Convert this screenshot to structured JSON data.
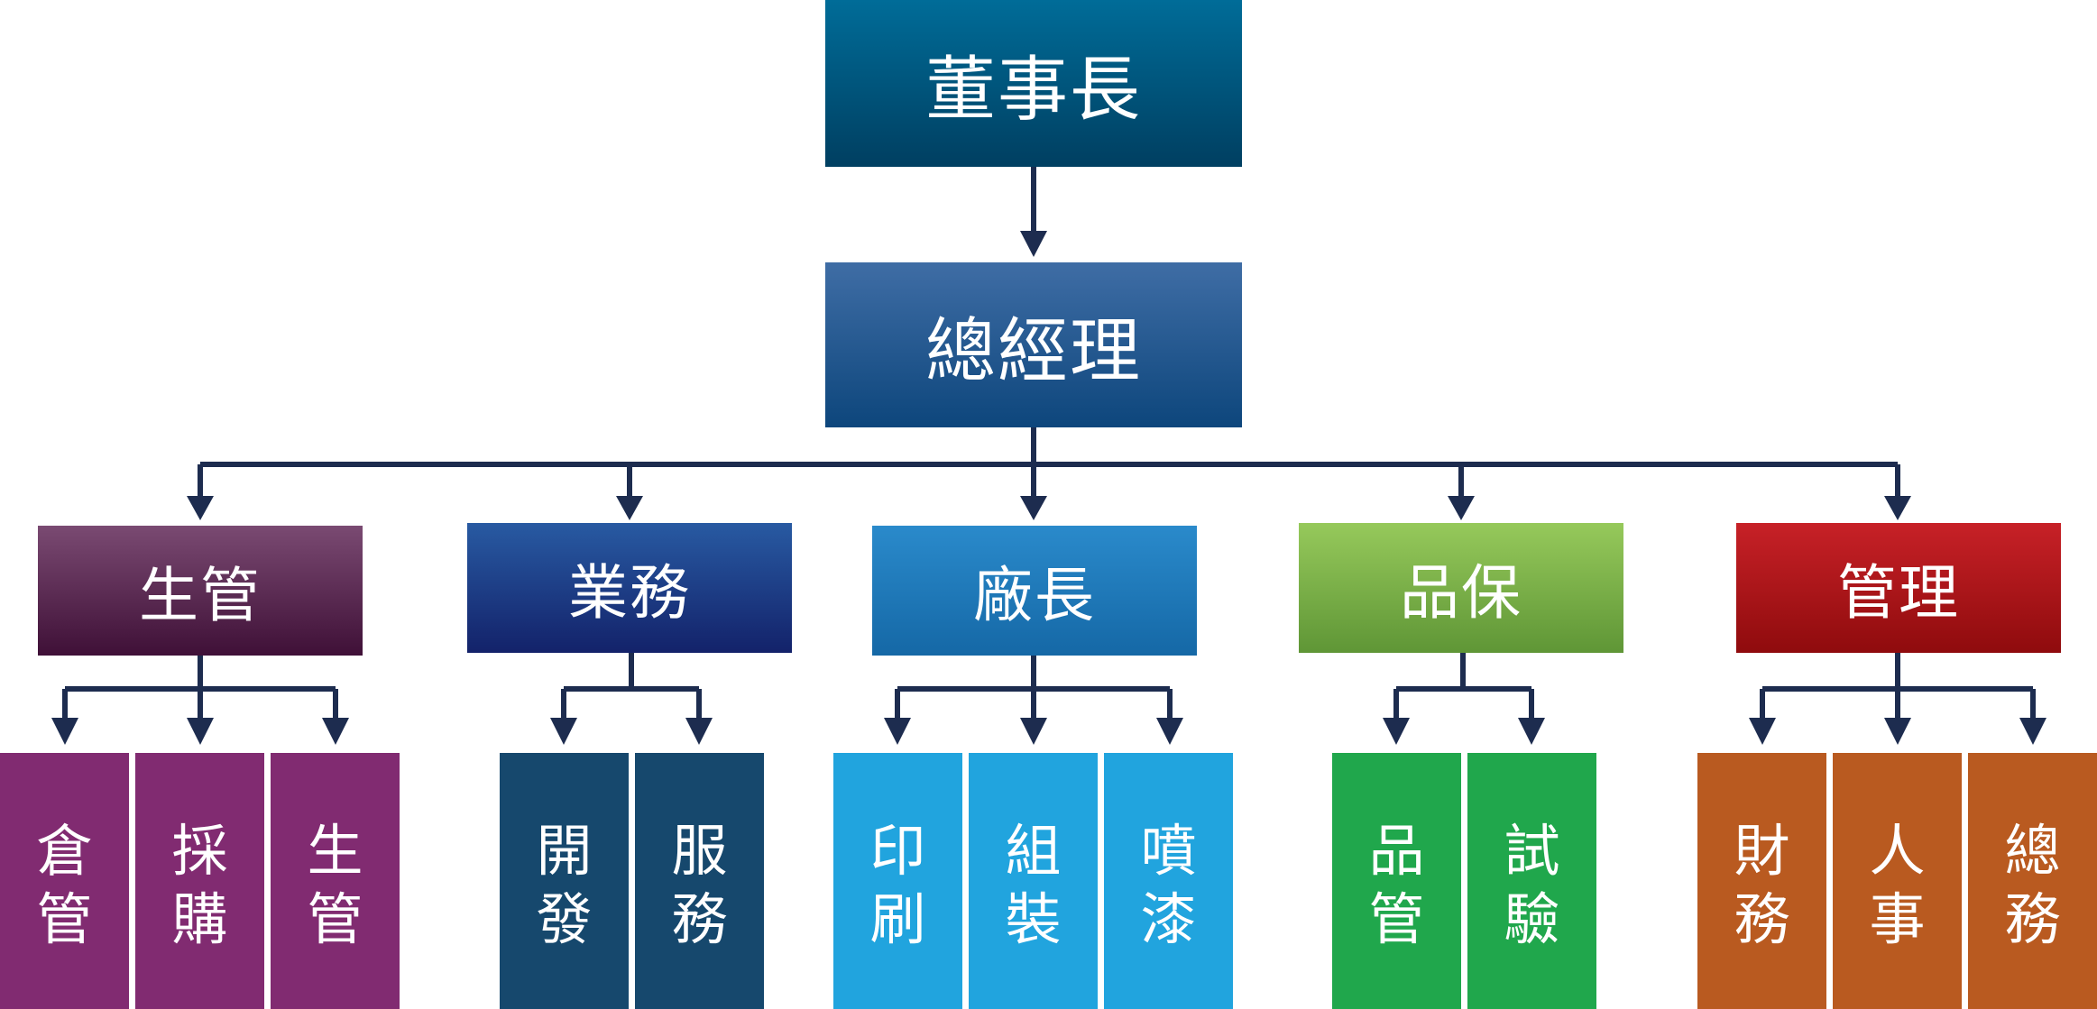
{
  "chairman": "董事長",
  "general_manager": "總經理",
  "departments": [
    {
      "label": "生管",
      "children": [
        [
          "倉",
          "管"
        ],
        [
          "採",
          "購"
        ],
        [
          "生",
          "管"
        ]
      ]
    },
    {
      "label": "業務",
      "children": [
        [
          "開",
          "發"
        ],
        [
          "服",
          "務"
        ]
      ]
    },
    {
      "label": "廠長",
      "children": [
        [
          "印",
          "刷"
        ],
        [
          "組",
          "裝"
        ],
        [
          "噴",
          "漆"
        ]
      ]
    },
    {
      "label": "品保",
      "children": [
        [
          "品",
          "管"
        ],
        [
          "試",
          "驗"
        ]
      ]
    },
    {
      "label": "管理",
      "children": [
        [
          "財",
          "務"
        ],
        [
          "人",
          "事"
        ],
        [
          "總",
          "務"
        ]
      ]
    }
  ],
  "colors": {
    "connector": "#1d2c4f",
    "production": "#812b71",
    "sales": "#16486d",
    "plant": "#21a4de",
    "qa": "#20a74c",
    "admin": "#b95a20"
  }
}
